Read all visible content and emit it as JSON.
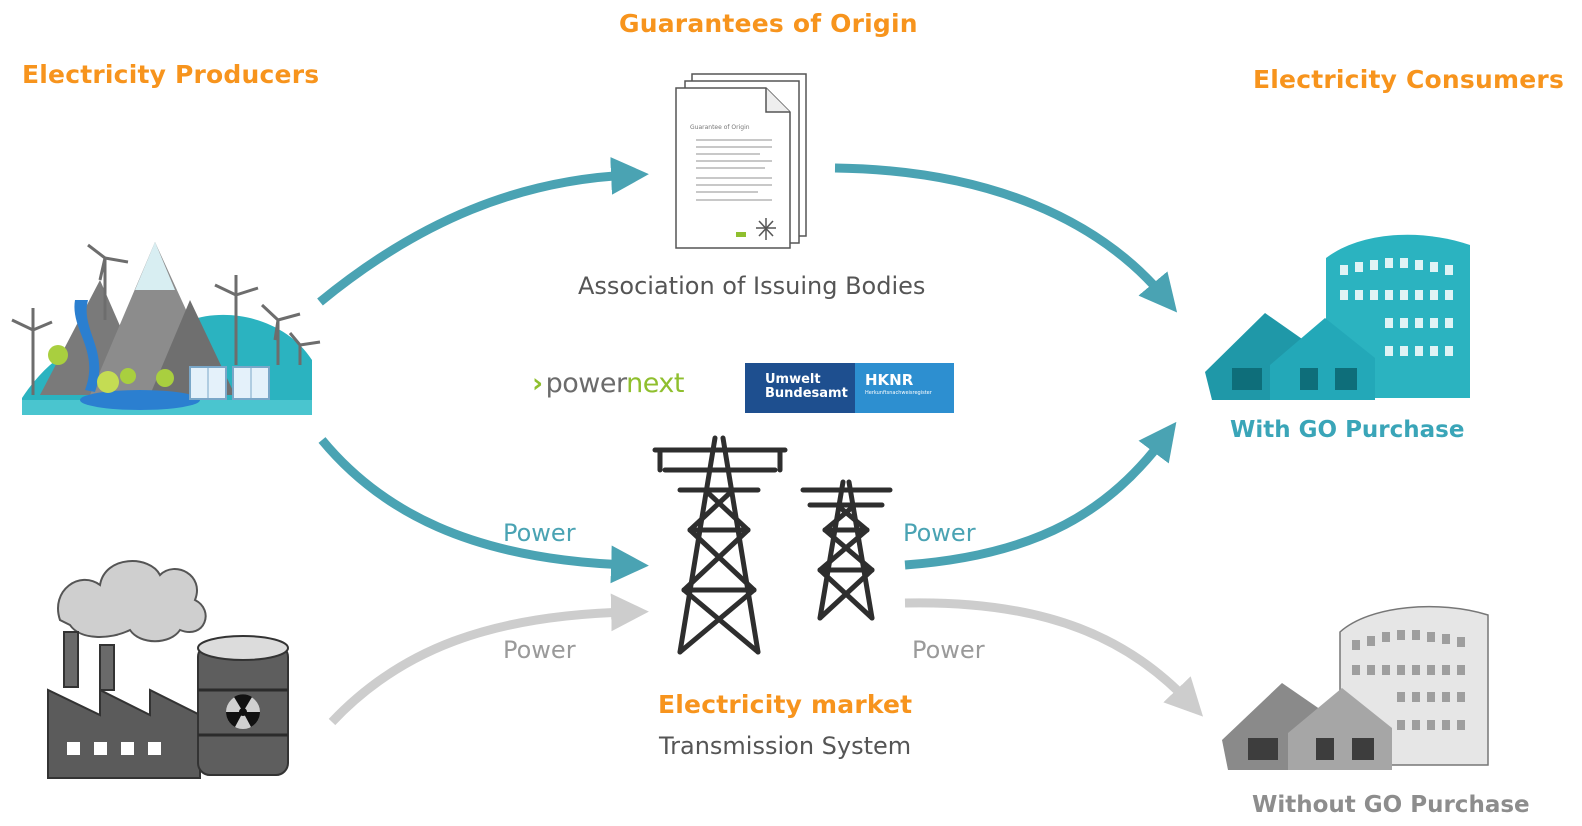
{
  "titles": {
    "producers": "Electricity Producers",
    "guarantees": "Guarantees of Origin",
    "consumers": "Electricity Consumers",
    "market": "Electricity market"
  },
  "labels": {
    "aib": "Association of Issuing Bodies",
    "transmission": "Transmission System",
    "with_go": "With GO Purchase",
    "without_go": "Without GO Purchase",
    "power_renew_in": "Power",
    "power_renew_out": "Power",
    "power_fossil_in": "Power",
    "power_fossil_out": "Power"
  },
  "document": {
    "heading": "Guarantee of Origin"
  },
  "logos": {
    "powernext_prefix": "power",
    "powernext_suffix": "next",
    "uba_line1": "Umwelt",
    "uba_line2": "Bundesamt",
    "hknr": "HKNR",
    "hknr_sub": "Herkunftsnachweisregister"
  },
  "colors": {
    "orange": "#f7941d",
    "teal": "#4aa3b3",
    "grey": "#c8c8c8",
    "building_teal": "#2bb3c0"
  },
  "icons": [
    "renewable-landscape-icon",
    "factory-icon",
    "nuclear-barrel-icon",
    "document-icon",
    "pylon-icon",
    "building-teal-icon",
    "building-grey-icon"
  ]
}
